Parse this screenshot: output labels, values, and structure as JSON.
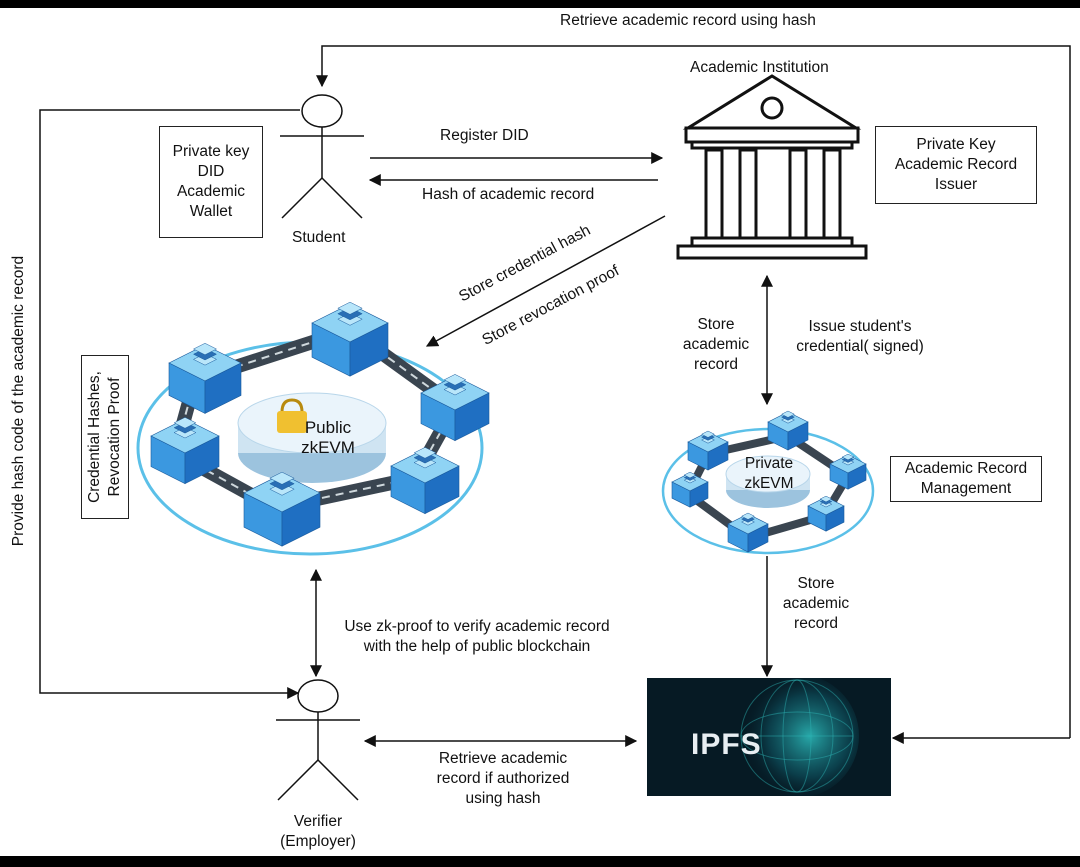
{
  "top_label": "Retrieve academic record using hash",
  "institution": {
    "title": "Academic Institution",
    "keybox": [
      "Private Key",
      "Academic Record",
      "Issuer"
    ]
  },
  "student": {
    "label": "Student",
    "keybox": [
      "Private key",
      "DID",
      "Academic",
      "Wallet"
    ]
  },
  "arrows": {
    "register": "Register DID",
    "hash_record": "Hash of academic record",
    "store_cred": "Store credential hash",
    "store_revoc": "Store revocation proof",
    "store_record": [
      "Store",
      "academic",
      "record"
    ],
    "issue_cred": [
      "Issue student's",
      "credential( signed)"
    ],
    "store_record2": [
      "Store",
      "academic",
      "record"
    ],
    "zk_verify": [
      "Use zk-proof to verify academic record",
      "with the help of public blockchain"
    ],
    "retrieve_auth": [
      "Retrieve academic",
      "record if authorized",
      "using hash"
    ],
    "provide_hash": "Provide hash code of the academic record"
  },
  "public_chain": {
    "label": [
      "Public",
      "zkEVM"
    ],
    "side_box": [
      "Credential Hashes,",
      "Revocation Proof"
    ]
  },
  "private_chain": {
    "label": [
      "Private",
      "zkEVM"
    ],
    "side_box": [
      "Academic Record",
      "Management"
    ]
  },
  "ipfs": {
    "label": "IPFS"
  },
  "verifier": {
    "label": [
      "Verifier",
      "(Employer)"
    ]
  },
  "colors": {
    "cube_top": "#8fd3f4",
    "cube_side": "#1f6fc2",
    "cube_front": "#3b98e0",
    "ring": "#5bc0e8",
    "ipfs_bg": "#061a24"
  }
}
